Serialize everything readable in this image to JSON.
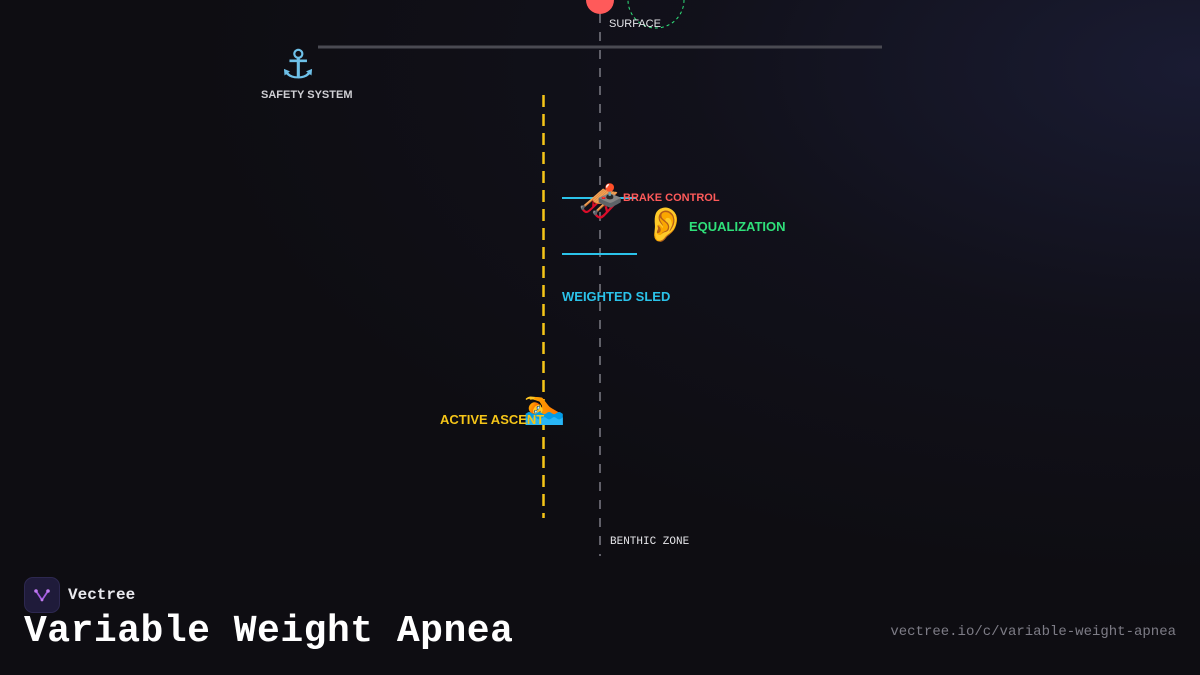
{
  "diagram": {
    "surface_label": "SURFACE",
    "benthic_label": "BENTHIC ZONE",
    "safety_label": "SAFETY SYSTEM",
    "brake_label": "BRAKE CONTROL",
    "equalization_label": "EQUALIZATION",
    "sled_label": "WEIGHTED SLED",
    "ascent_label": "ACTIVE ASCENT",
    "icons": {
      "anchor": "⚓",
      "sled": "🛷",
      "joystick": "🕹️",
      "ear": "👂",
      "swimmer": "🏊"
    },
    "colors": {
      "brake": "#ff5a5a",
      "equalization": "#2fe07a",
      "sled": "#2bc3ea",
      "ascent": "#f5c518",
      "surface_dot": "#ff5a5a",
      "neutral": "#cfcfd4"
    }
  },
  "brand": {
    "name": "Vectree"
  },
  "page": {
    "title": "Variable Weight Apnea",
    "url": "vectree.io/c/variable-weight-apnea"
  }
}
